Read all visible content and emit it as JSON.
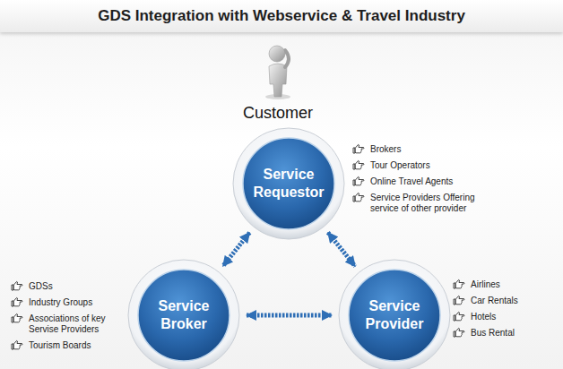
{
  "diagram": {
    "title": "GDS Integration with Webservice & Travel Industry",
    "nodes": [
      {
        "text": [
          "Service Requestor"
        ]
      },
      {
        "text": [
          "Service Broker"
        ]
      },
      {
        "text": [
          "Service Provider"
        ]
      }
    ],
    "edges": [
      {
        "from": 0,
        "to": 1,
        "arrow": "both"
      },
      {
        "from": 0,
        "to": 2,
        "arrow": "both"
      },
      {
        "from": 1,
        "to": 2,
        "arrow": "both"
      }
    ],
    "labels": [
      "Customer",
      "Brokers",
      "Tour Operators",
      "Online Travel Agents",
      "Service Providers Offering service of other provider",
      "GDSs",
      "Industry Groups",
      "Associations of key Servise Providers",
      "Tourism Boards",
      "Airlines",
      "Car Rentals",
      "Hotels",
      "Bus Rental"
    ]
  }
}
